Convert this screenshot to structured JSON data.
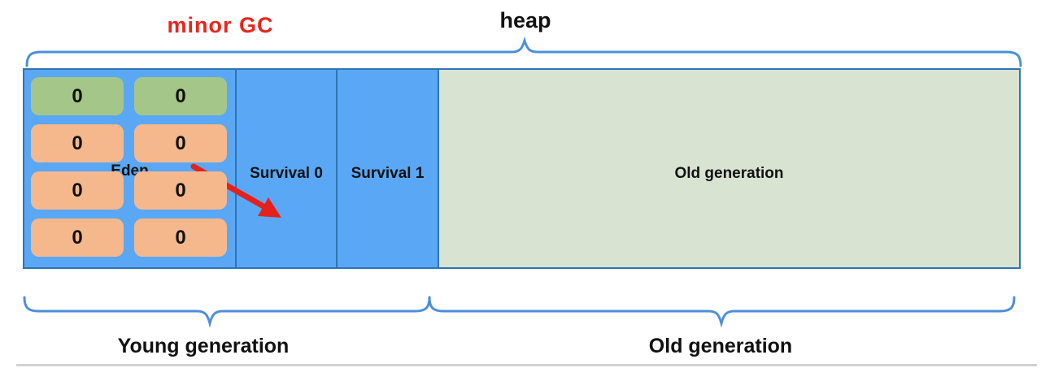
{
  "labels": {
    "minor_gc": "minor GC",
    "heap": "heap",
    "young_generation": "Young generation",
    "old_generation_bottom": "Old generation"
  },
  "heap_box": {
    "eden_label": "Eden",
    "survival0_label": "Survival 0",
    "survival1_label": "Survival 1",
    "old_label": "Old generation"
  },
  "eden": {
    "cells": [
      {
        "value": "0",
        "type": "green"
      },
      {
        "value": "0",
        "type": "green"
      },
      {
        "value": "0",
        "type": "orange"
      },
      {
        "value": "0",
        "type": "orange"
      },
      {
        "value": "0",
        "type": "orange"
      },
      {
        "value": "0",
        "type": "orange"
      },
      {
        "value": "0",
        "type": "orange"
      },
      {
        "value": "0",
        "type": "orange"
      }
    ]
  },
  "colors": {
    "young-blue": "#5aa8f5",
    "box-border": "#2e74b5",
    "cell-green": "#a5c689",
    "cell-orange": "#f5b88c",
    "old-green": "#d8e3d2",
    "brace-blue": "#4c8fd8",
    "arrow-red": "#e4221b",
    "label-red": "#e8251d",
    "text-black": "#111111"
  }
}
